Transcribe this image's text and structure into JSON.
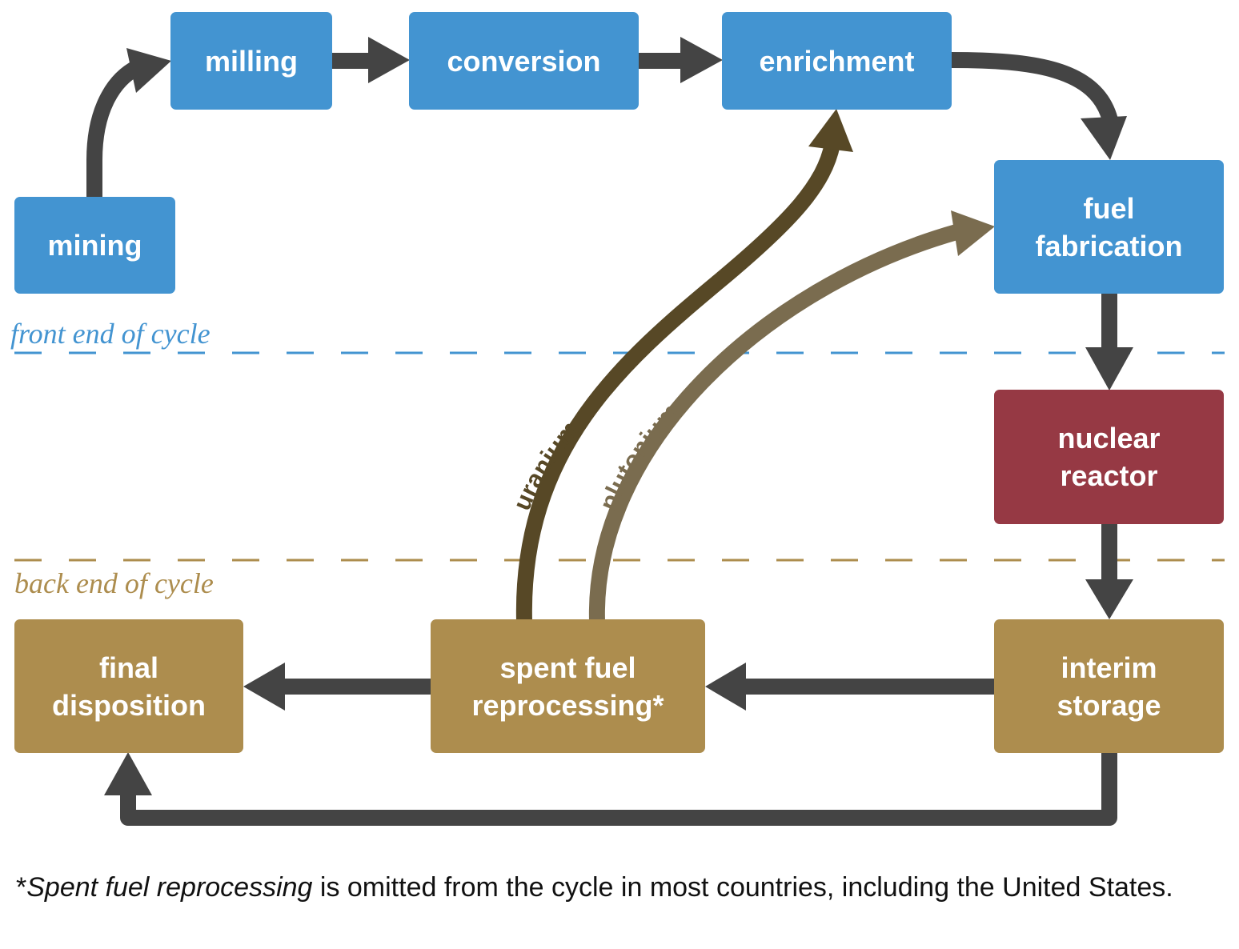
{
  "nodes": {
    "mining": "mining",
    "milling": "milling",
    "conversion": "conversion",
    "enrichment": "enrichment",
    "fuel_fabrication": [
      "fuel",
      "fabrication"
    ],
    "nuclear_reactor": [
      "nuclear",
      "reactor"
    ],
    "interim_storage": [
      "interim",
      "storage"
    ],
    "spent_fuel_reprocessing": [
      "spent fuel",
      "reprocessing*"
    ],
    "final_disposition": [
      "final",
      "disposition"
    ]
  },
  "flows": {
    "uranium_label": "uranium",
    "plutonium_label": "plutonium"
  },
  "sections": {
    "front": "front end of cycle",
    "back": "back end of cycle"
  },
  "footnote": {
    "asterisk": "*",
    "emphasis": "Spent fuel reprocessing",
    "rest": " is omitted from the cycle in most countries, including the United States."
  },
  "colors": {
    "front_end": "#4394d1",
    "reactor": "#963944",
    "back_end": "#ad8d4e",
    "arrow": "#444444",
    "uranium": "#574826",
    "plutonium": "#7a6c4f"
  }
}
